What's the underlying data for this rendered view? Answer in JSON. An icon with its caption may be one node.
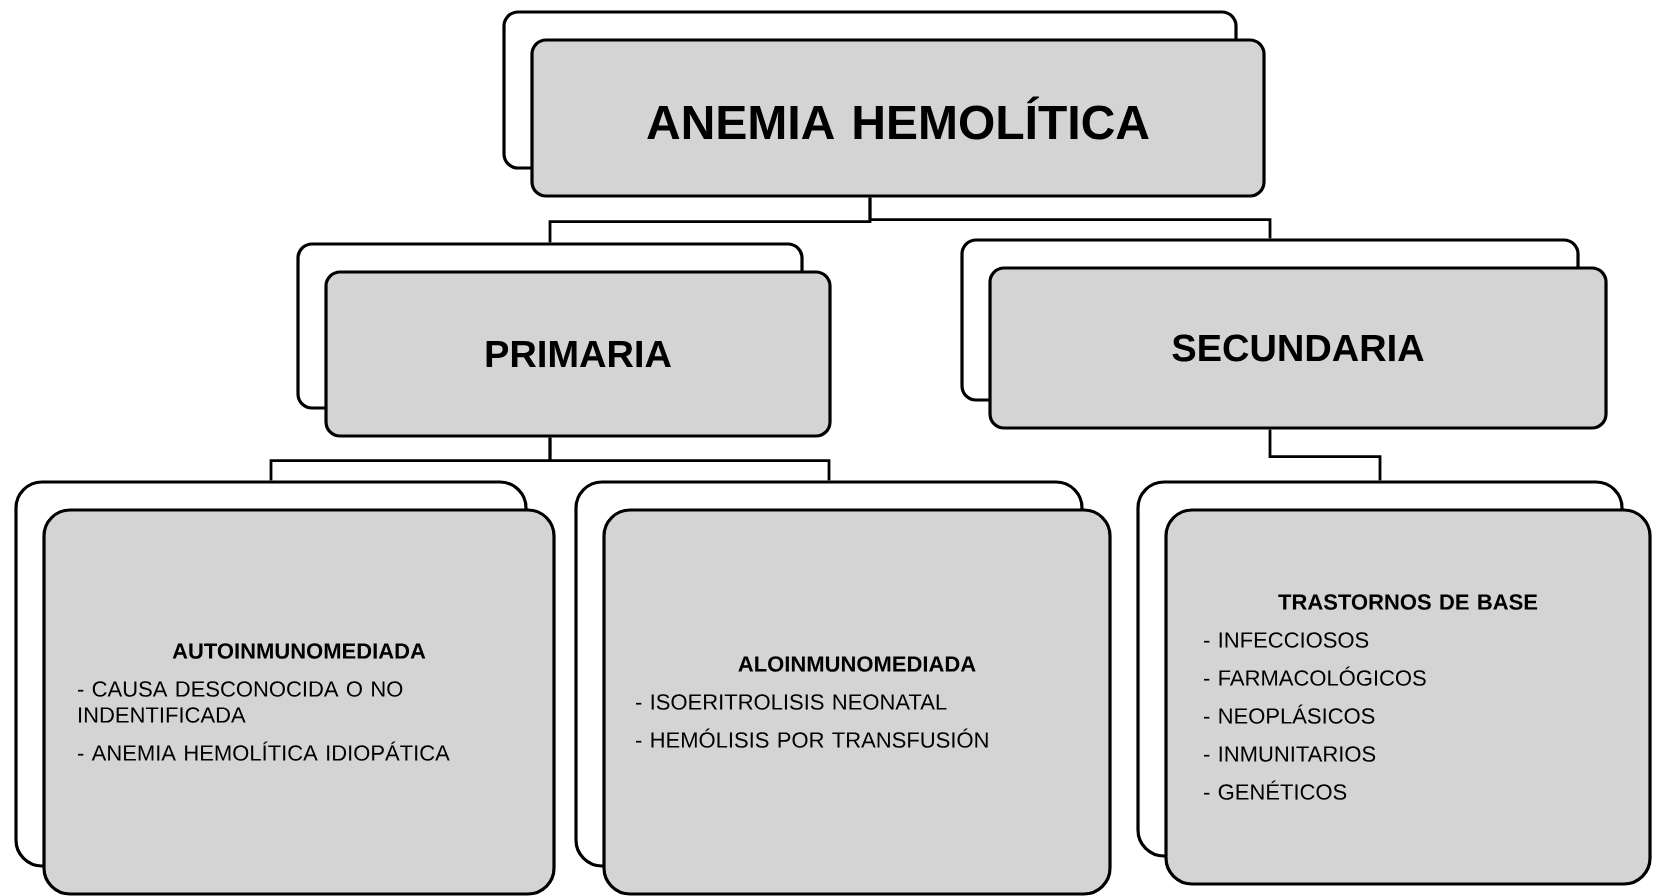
{
  "diagram": {
    "nodes": [
      {
        "text": [
          "ANEMIA HEMOLÍTICA"
        ]
      },
      {
        "text": [
          "PRIMARIA"
        ]
      },
      {
        "text": [
          "SECUNDARIA"
        ]
      },
      {
        "text": [
          "AUTOINMUNOMEDIADA",
          "- CAUSA DESCONOCIDA O NO INDENTIFICADA",
          "- ANEMIA HEMOLÍTICA IDIOPÁTICA"
        ]
      },
      {
        "text": [
          "ALOINMUNOMEDIADA",
          "- ISOERITROLISIS NEONATAL",
          "- HEMÓLISIS POR TRANSFUSIÓN"
        ]
      },
      {
        "text": [
          "TRASTORNOS DE BASE",
          "- INFECCIOSOS",
          "- FARMACOLÓGICOS",
          "- NEOPLÁSICOS",
          "- INMUNITARIOS",
          "- GENÉTICOS"
        ]
      }
    ],
    "edges": [
      {
        "from": 0,
        "to": 1,
        "arrow": "none"
      },
      {
        "from": 0,
        "to": 2,
        "arrow": "none"
      },
      {
        "from": 1,
        "to": 3,
        "arrow": "none"
      },
      {
        "from": 1,
        "to": 4,
        "arrow": "none"
      },
      {
        "from": 2,
        "to": 5,
        "arrow": "none"
      }
    ]
  }
}
